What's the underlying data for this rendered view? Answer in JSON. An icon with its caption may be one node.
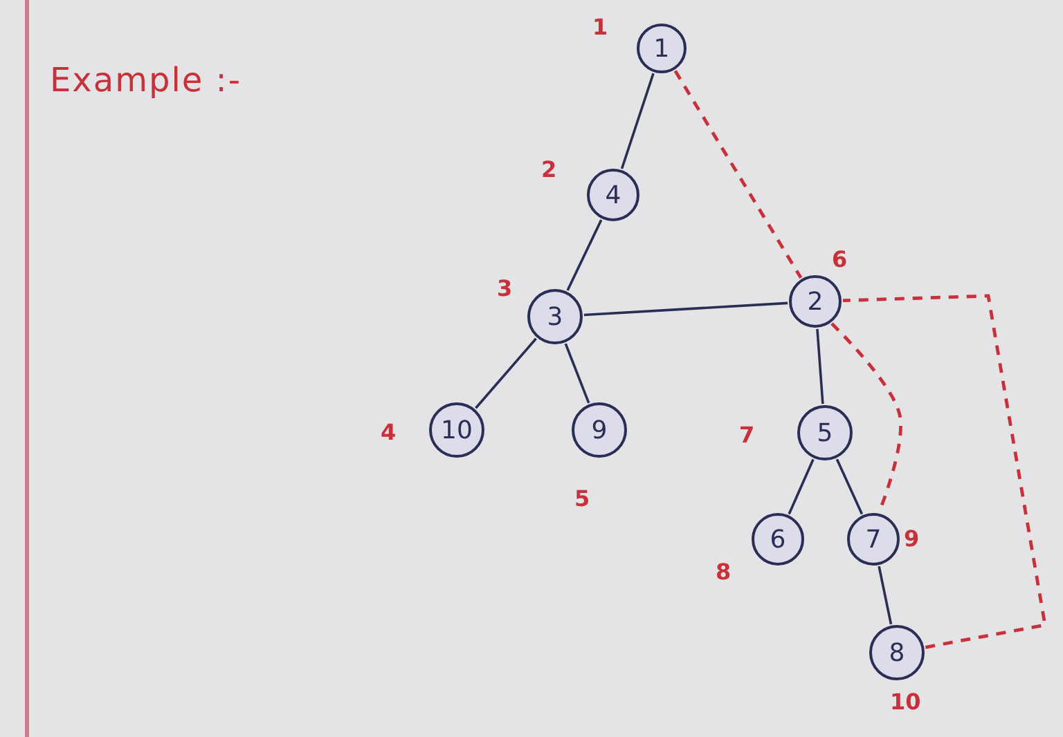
{
  "diagram": {
    "title": "Example :-",
    "nodes": [
      {
        "text": [
          "1"
        ],
        "beside": [
          "1"
        ]
      },
      {
        "text": [
          "4"
        ],
        "beside": [
          "2"
        ]
      },
      {
        "text": [
          "3"
        ],
        "beside": [
          "3"
        ]
      },
      {
        "text": [
          "10"
        ],
        "beside": [
          "4"
        ]
      },
      {
        "text": [
          "9"
        ],
        "beside": [
          "5"
        ]
      },
      {
        "text": [
          "2"
        ],
        "beside": [
          "6"
        ]
      },
      {
        "text": [
          "5"
        ],
        "beside": [
          "7"
        ]
      },
      {
        "text": [
          "6"
        ],
        "beside": [
          "8"
        ]
      },
      {
        "text": [
          "7"
        ],
        "beside": [
          "9"
        ]
      },
      {
        "text": [
          "8"
        ],
        "beside": [
          "10"
        ]
      }
    ],
    "edges": [
      {
        "from": 0,
        "to": 1,
        "arrow": "none"
      },
      {
        "from": 1,
        "to": 2,
        "arrow": "none"
      },
      {
        "from": 2,
        "to": 3,
        "arrow": "none"
      },
      {
        "from": 2,
        "to": 4,
        "arrow": "none"
      },
      {
        "from": 2,
        "to": 5,
        "arrow": "none"
      },
      {
        "from": 5,
        "to": 6,
        "arrow": "none"
      },
      {
        "from": 6,
        "to": 7,
        "arrow": "none"
      },
      {
        "from": 6,
        "to": 8,
        "arrow": "none"
      },
      {
        "from": 8,
        "to": 9,
        "arrow": "none"
      },
      {
        "from": 0,
        "to": 5,
        "arrow": "none",
        "style": "dashed",
        "color": "#c8303a"
      },
      {
        "from": 5,
        "to": 8,
        "arrow": "none",
        "style": "dashed",
        "color": "#c8303a"
      },
      {
        "from": 9,
        "to": 5,
        "arrow": "none",
        "style": "dashed",
        "color": "#c8303a"
      }
    ]
  }
}
